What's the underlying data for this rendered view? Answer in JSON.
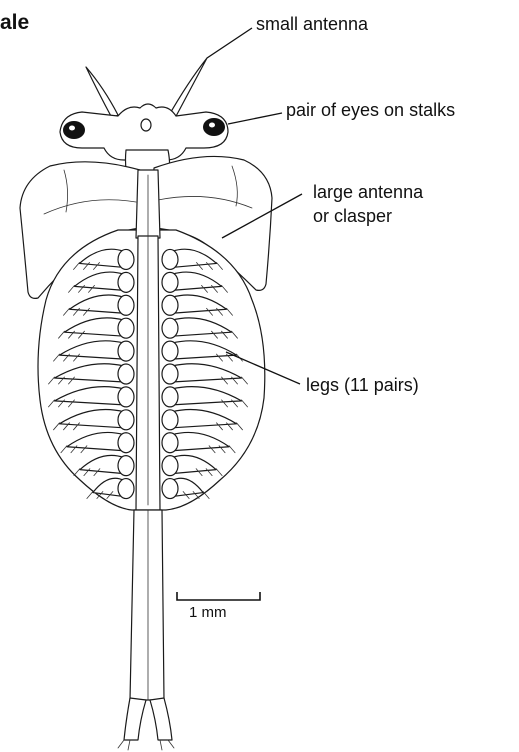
{
  "figure": {
    "title_fragment": "ale",
    "labels": {
      "small_antenna": "small antenna",
      "eyes": "pair of eyes on stalks",
      "large_antenna_line1": "large antenna",
      "large_antenna_line2": "or clasper",
      "legs": "legs (11 pairs)"
    },
    "scale_bar": {
      "label": "1 mm"
    },
    "leg_pair_count": 11
  }
}
